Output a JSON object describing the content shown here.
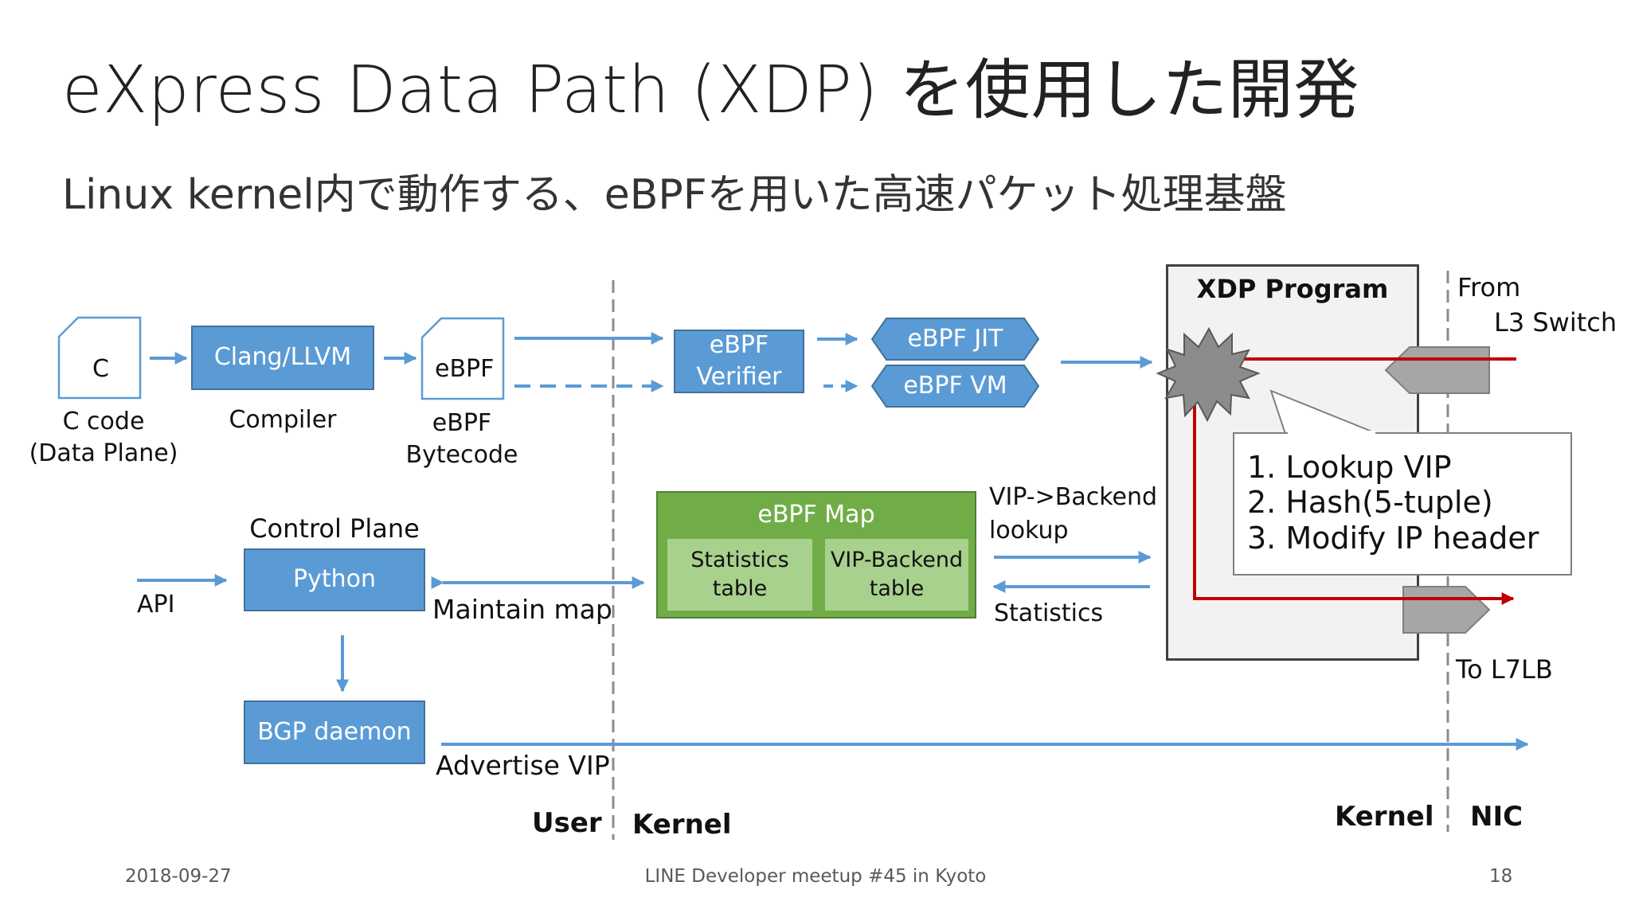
{
  "slide": {
    "title": "eXpress Data Path (XDP) を使用した開発",
    "subtitle": "Linux kernel内で動作する、eBPFを用いた高速パケット処理基盤"
  },
  "pipeline": {
    "c_file": {
      "icon_text": "C",
      "caption_line1": "C code",
      "caption_line2": "(Data Plane)"
    },
    "compiler": {
      "box": "Clang/LLVM",
      "caption": "Compiler"
    },
    "bytecode": {
      "icon_text": "eBPF",
      "caption_line1": "eBPF",
      "caption_line2": "Bytecode"
    },
    "verifier": {
      "line1": "eBPF",
      "line2": "Verifier"
    },
    "jit": "eBPF JIT",
    "vm": "eBPF VM"
  },
  "control": {
    "heading": "Control Plane",
    "python": "Python",
    "api": "API",
    "maintain_map": "Maintain map",
    "bgp": "BGP daemon",
    "advertise": "Advertise VIP"
  },
  "map": {
    "title": "eBPF Map",
    "stats_line1": "Statistics",
    "stats_line2": "table",
    "vip_line1": "VIP-Backend",
    "vip_line2": "table",
    "lookup_line1": "VIP->Backend",
    "lookup_line2": "lookup",
    "statistics": "Statistics"
  },
  "xdp": {
    "title": "XDP Program",
    "steps": [
      "1.  Lookup VIP",
      "2.  Hash(5-tuple)",
      "3.  Modify IP header"
    ],
    "from_line1": "From",
    "from_line2": "L3 Switch",
    "to": "To L7LB"
  },
  "zones": {
    "user": "User",
    "kernel_left": "Kernel",
    "kernel_right": "Kernel",
    "nic": "NIC"
  },
  "footer": {
    "date": "2018-09-27",
    "event": "LINE Developer meetup #45 in Kyoto",
    "page": "18"
  },
  "colors": {
    "blue_box": "#5b9bd5",
    "arrow_blue": "#5b9bd5",
    "map_green": "#70ad47",
    "map_cell": "#a9d18e",
    "path_red": "#c00000",
    "port_gray": "#a6a6a6"
  }
}
